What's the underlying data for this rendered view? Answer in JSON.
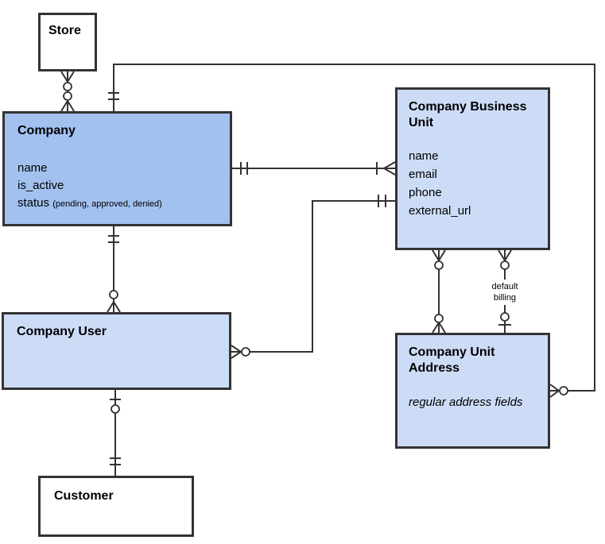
{
  "diagram": {
    "entities": {
      "store": {
        "title": "Store"
      },
      "company": {
        "title": "Company",
        "fields": [
          "name",
          "is_active",
          "status"
        ],
        "status_note": "(pending, approved, denied)"
      },
      "company_business_unit": {
        "title": "Company Business Unit",
        "fields": [
          "name",
          "email",
          "phone",
          "external_url"
        ]
      },
      "company_user": {
        "title": "Company User"
      },
      "company_unit_address": {
        "title": "Company Unit Address",
        "note": "regular address fields"
      },
      "customer": {
        "title": "Customer"
      }
    },
    "relationship_labels": {
      "default_billing": "default billing"
    },
    "colors": {
      "company_fill": "#a2c1ef",
      "light_fill": "#cddcf6",
      "plain_fill": "#ffffff",
      "line": "#333333"
    }
  }
}
